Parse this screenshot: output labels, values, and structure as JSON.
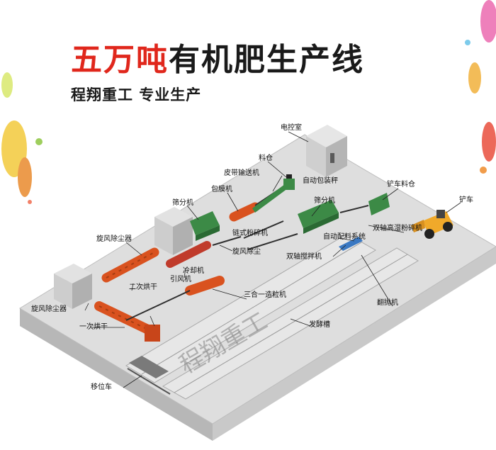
{
  "title": {
    "red": "五万吨",
    "dark": "有机肥生产线"
  },
  "subtitle": "程翔重工 专业生产",
  "labels": {
    "control_room": "电控室",
    "material_bin": "料仓",
    "belt_conveyor": "皮带输送机",
    "auto_packing": "自动包装秤",
    "coating": "包膜机",
    "screen_top": "筛分机",
    "screen_right": "筛分机",
    "forklift_bin": "铲车料仓",
    "forklift": "铲车",
    "chain_crusher": "链式粉碎机",
    "twin_mixer_high": "双轴高湿粉碎机",
    "batching": "自动配料系统",
    "cyclone_top": "旋风除尘器",
    "cyclone_mid": "旋风除尘",
    "cooler": "冷却机",
    "twin_mixer": "双轴搅拌机",
    "second_dryer": "二次烘干",
    "induced_fan": "引风机",
    "granulator": "三合一造粒机",
    "turner": "翻抛机",
    "cyclone_bottom": "旋风除尘器",
    "first_dryer": "一次烘干",
    "fermentation": "发酵槽",
    "transfer_car": "移位车"
  },
  "watermark": "程翔重工",
  "colors": {
    "title_red": "#e0271c",
    "machine_green": "#3c8a46",
    "machine_orange": "#d9521f",
    "forklift_yellow": "#f0a92a"
  }
}
